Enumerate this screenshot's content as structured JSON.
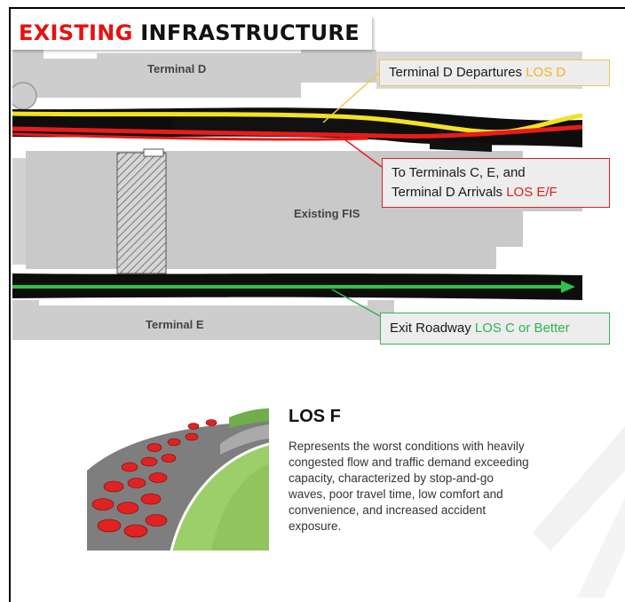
{
  "title": {
    "accent": "EXISTING",
    "rest": "INFRASTRUCTURE"
  },
  "map": {
    "terminal_d": "Terminal D",
    "existing_fis": "Existing FIS",
    "terminal_e": "Terminal E"
  },
  "callouts": {
    "departures": {
      "label": "Terminal D Departures ",
      "los": "LOS D"
    },
    "arrivals": {
      "line1": "To Terminals C, E, and",
      "line2": "Terminal D Arrivals ",
      "los": "LOS E/F"
    },
    "exit": {
      "label": "Exit Roadway ",
      "los": "LOS C or Better"
    }
  },
  "los_card": {
    "heading": "LOS F",
    "description": "Represents the worst conditions with heavily congested flow and traffic demand exceeding capacity, characterized by stop-and-go waves, poor travel time, low comfort and convenience, and increased accident exposure."
  },
  "colors": {
    "los_d": "#f6b21a",
    "los_ef": "#e31c1c",
    "los_c": "#2db550",
    "title_accent": "#e8110f"
  }
}
